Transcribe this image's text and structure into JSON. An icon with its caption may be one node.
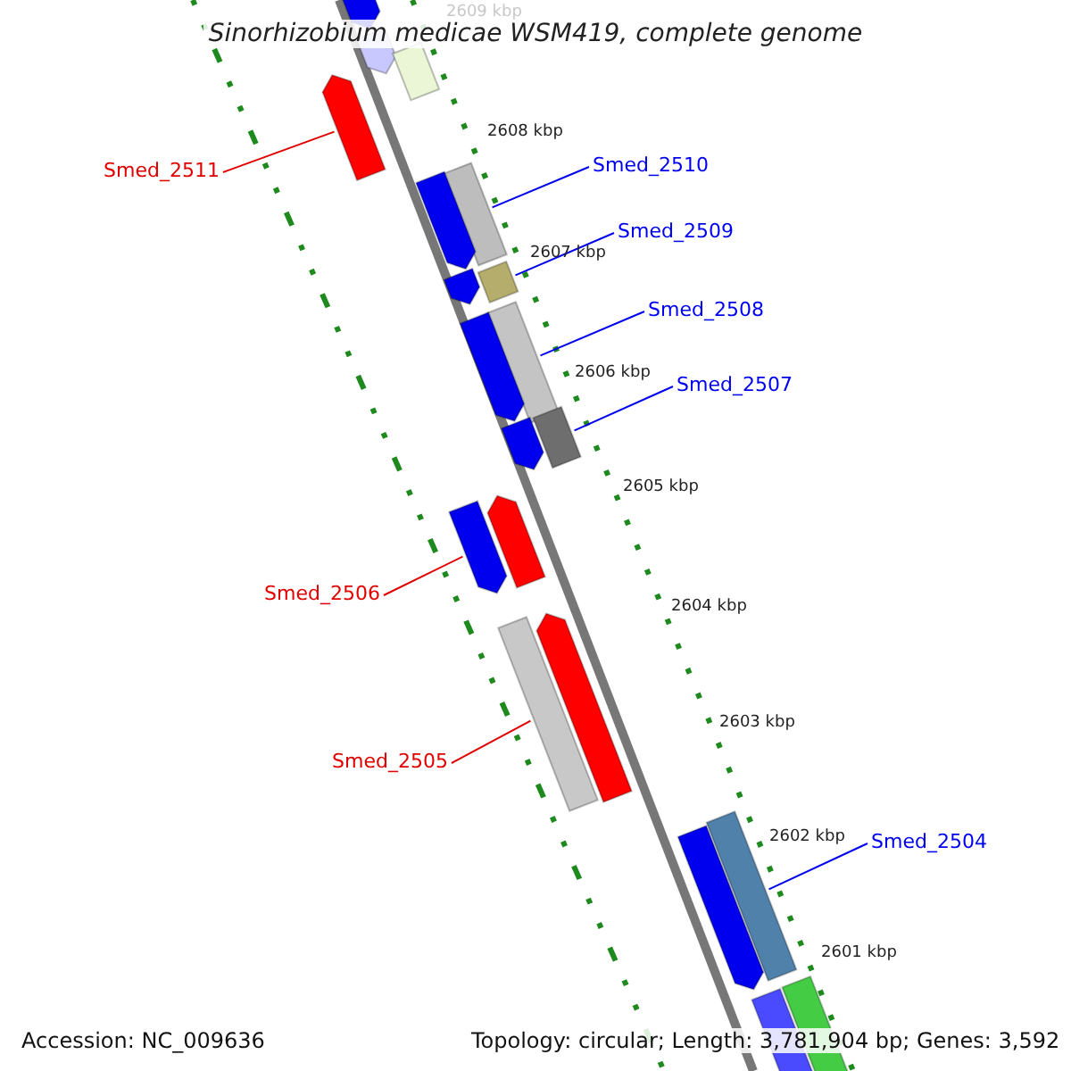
{
  "diagram": {
    "title": "Sinorhizobium medicae WSM419, complete genome",
    "nodes": [
      {
        "text": [
          "Smed_2511"
        ]
      },
      {
        "text": [],
        "shape": "bar"
      },
      {
        "text": [
          "Smed_2510"
        ]
      },
      {
        "text": [],
        "shape": "bar"
      },
      {
        "text": [
          "Smed_2509"
        ]
      },
      {
        "text": [],
        "shape": "bar"
      },
      {
        "text": [
          "Smed_2508"
        ]
      },
      {
        "text": [],
        "shape": "bar"
      },
      {
        "text": [
          "Smed_2507"
        ]
      },
      {
        "text": [],
        "shape": "bar"
      },
      {
        "text": [
          "Smed_2506"
        ]
      },
      {
        "text": [],
        "shape": "bar"
      },
      {
        "text": [
          "Smed_2505"
        ]
      },
      {
        "text": [],
        "shape": "bar"
      },
      {
        "text": [
          "Smed_2504"
        ]
      },
      {
        "text": [],
        "shape": "bar"
      },
      {
        "text": [],
        "shape": "bar"
      },
      {
        "text": [],
        "shape": "bar"
      },
      {
        "text": [],
        "shape": "bar"
      },
      {
        "text": [],
        "shape": "bar"
      },
      {
        "text": [],
        "shape": "bar"
      },
      {
        "text": [],
        "shape": "bar"
      },
      {
        "text": [],
        "shape": "bar"
      },
      {
        "text": [],
        "shape": "bar"
      },
      {
        "text": [],
        "shape": "bar"
      },
      {
        "text": [],
        "shape": "bar"
      },
      {
        "text": [],
        "shape": "bar"
      },
      {
        "text": [],
        "shape": "bar"
      }
    ],
    "edges": [
      {
        "from": 0,
        "to": 1,
        "arrow": "none",
        "color": "#e00000"
      },
      {
        "from": 2,
        "to": 3,
        "arrow": "none"
      },
      {
        "from": 4,
        "to": 5,
        "arrow": "none"
      },
      {
        "from": 6,
        "to": 7,
        "arrow": "none"
      },
      {
        "from": 8,
        "to": 9,
        "arrow": "none"
      },
      {
        "from": 10,
        "to": 11,
        "arrow": "none",
        "color": "#e00000"
      },
      {
        "from": 12,
        "to": 13,
        "arrow": "none",
        "color": "#e00000"
      },
      {
        "from": 14,
        "to": 15,
        "arrow": "none"
      }
    ],
    "labels": [
      "2609 kbp",
      "2608 kbp",
      "2607 kbp",
      "2606 kbp",
      "2605 kbp",
      "2604 kbp",
      "2603 kbp",
      "2602 kbp",
      "2601 kbp",
      "Accession: NC_009636",
      "Topology: circular; Length: 3,781,904 bp; Genes: 3,592"
    ]
  }
}
